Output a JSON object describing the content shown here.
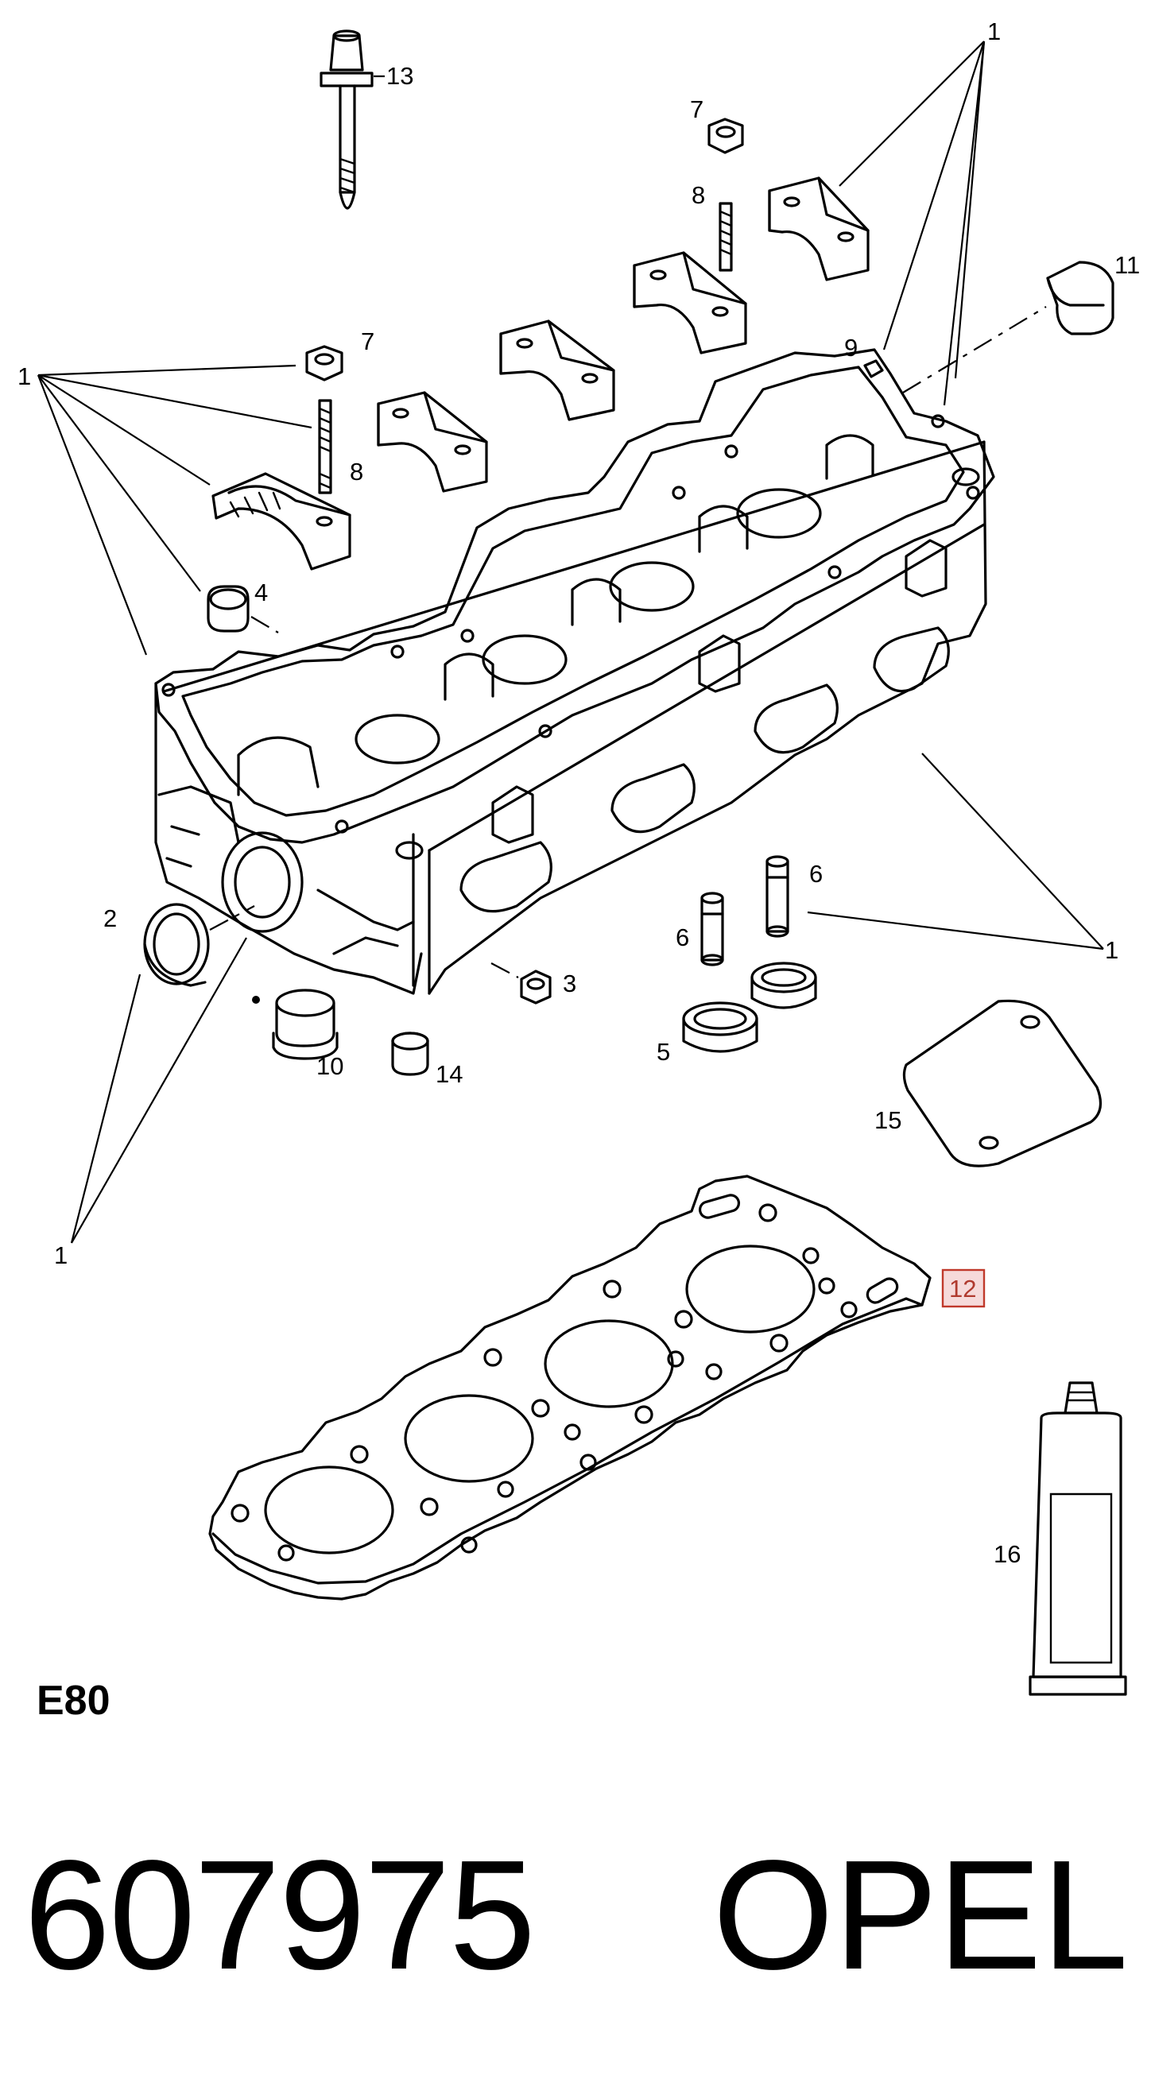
{
  "section_code": "E80",
  "part_number": "607975",
  "brand": "OPEL",
  "highlighted_callout": "12",
  "callouts": {
    "c1_top": "1",
    "c1_left": "1",
    "c1_right": "1",
    "c1_bottom": "1",
    "c2": "2",
    "c3": "3",
    "c4": "4",
    "c5": "5",
    "c6_a": "6",
    "c6_b": "6",
    "c7_a": "7",
    "c7_b": "7",
    "c8_a": "8",
    "c8_b": "8",
    "c9": "9",
    "c10": "10",
    "c11": "11",
    "c13": "13",
    "c14": "14",
    "c15": "15",
    "c16": "16"
  },
  "colors": {
    "line": "#000000",
    "highlight_border": "#c0392b",
    "highlight_fill": "#f6dada"
  }
}
